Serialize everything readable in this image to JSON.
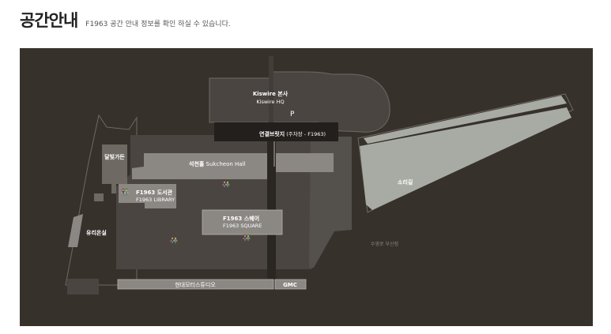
{
  "header": {
    "title": "공간안내",
    "subtitle": "F1963 공간 안내 정보를 확인 하실 수 있습니다."
  },
  "map": {
    "colors": {
      "background": "#37312c",
      "block_dark": "#4a4540",
      "block_mid": "#54504b",
      "highlight": "#8b8884",
      "strip": "#a8aba3",
      "bridge": "#231f1c",
      "outline": "#6e6962"
    },
    "labels": {
      "kiswire_kr": "Kiswire 본사",
      "kiswire_en": "Kiswire HQ",
      "bridge_kr": "연결브릿지",
      "bridge_note": " (주차장 - F1963)",
      "suk_kr": "석천홀",
      "suk_en": " Sukcheon Hall",
      "dal_kr": "달빛가든",
      "lib_kr": "F1963 도서관",
      "lib_en": "F1963 LIBRARY",
      "sq_kr": "F1963 스퀘어",
      "sq_en": "F1963 SQUARE",
      "yuri_kr": "유리온실",
      "sori_kr": "소리길",
      "hyundai_kr": "현대모터스튜디오",
      "gmc": "GMC",
      "street": "수영로 부산점",
      "p_mark": "P"
    }
  }
}
